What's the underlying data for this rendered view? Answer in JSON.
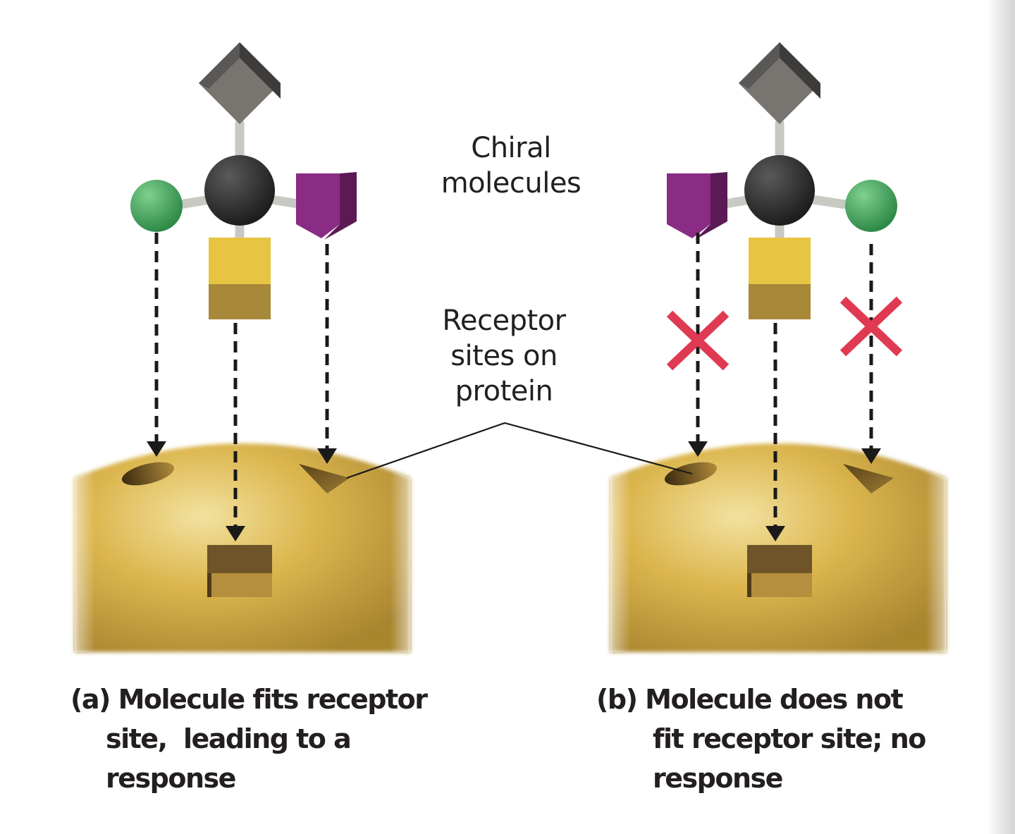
{
  "figure": {
    "labels": {
      "chiral": [
        "Chiral",
        "molecules"
      ],
      "receptor": [
        "Receptor",
        "sites on",
        "protein"
      ]
    },
    "panels": [
      {
        "id": "a",
        "caption_lines": [
          "(a) Molecule fits receptor",
          "site,  leading to a",
          "response"
        ],
        "substituent_order_left_to_right": [
          "green-sphere",
          "carbon-center",
          "purple-wedge"
        ],
        "fits": true,
        "mismatch_marks": 0
      },
      {
        "id": "b",
        "caption_lines": [
          "(b) Molecule does not",
          "fit receptor site; no",
          "response"
        ],
        "substituent_order_left_to_right": [
          "purple-wedge",
          "carbon-center",
          "green-sphere"
        ],
        "fits": false,
        "mismatch_marks": 2
      }
    ],
    "colors": {
      "carbon": "#2e2e2e",
      "top_cube": "#6b6966",
      "green_sphere": "#4caf62",
      "purple_wedge": "#7d2577",
      "yellow_cube_top": "#e8c443",
      "yellow_cube_bottom": "#a8893a",
      "bond": "#c9c9c4",
      "protein": "#d4ad45",
      "protein_highlight": "#f0de9a",
      "mismatch_x": "#e03a52",
      "arrow": "#1a1a1a"
    }
  }
}
